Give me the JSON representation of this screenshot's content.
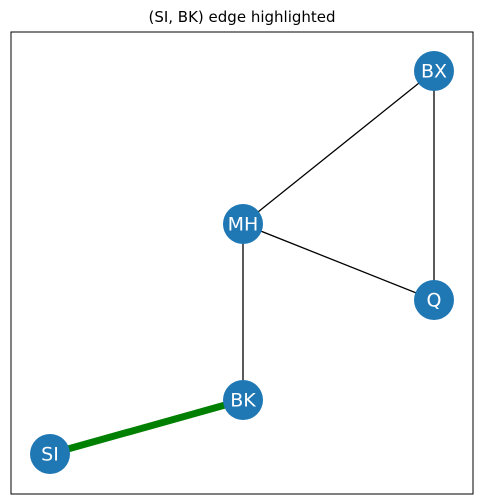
{
  "title": "(SI, BK) edge highlighted",
  "colors": {
    "node_fill": "#1f77b4",
    "node_label": "#ffffff",
    "edge": "#000000",
    "highlight_edge": "#008000",
    "frame": "#000000"
  },
  "graph": {
    "nodes": [
      {
        "id": "BX",
        "label": "BX"
      },
      {
        "id": "MH",
        "label": "MH"
      },
      {
        "id": "Q",
        "label": "Q"
      },
      {
        "id": "BK",
        "label": "BK"
      },
      {
        "id": "SI",
        "label": "SI"
      }
    ],
    "edges": [
      {
        "source": "BX",
        "target": "MH",
        "highlighted": false
      },
      {
        "source": "BX",
        "target": "Q",
        "highlighted": false
      },
      {
        "source": "MH",
        "target": "Q",
        "highlighted": false
      },
      {
        "source": "MH",
        "target": "BK",
        "highlighted": false
      },
      {
        "source": "SI",
        "target": "BK",
        "highlighted": true
      }
    ]
  }
}
